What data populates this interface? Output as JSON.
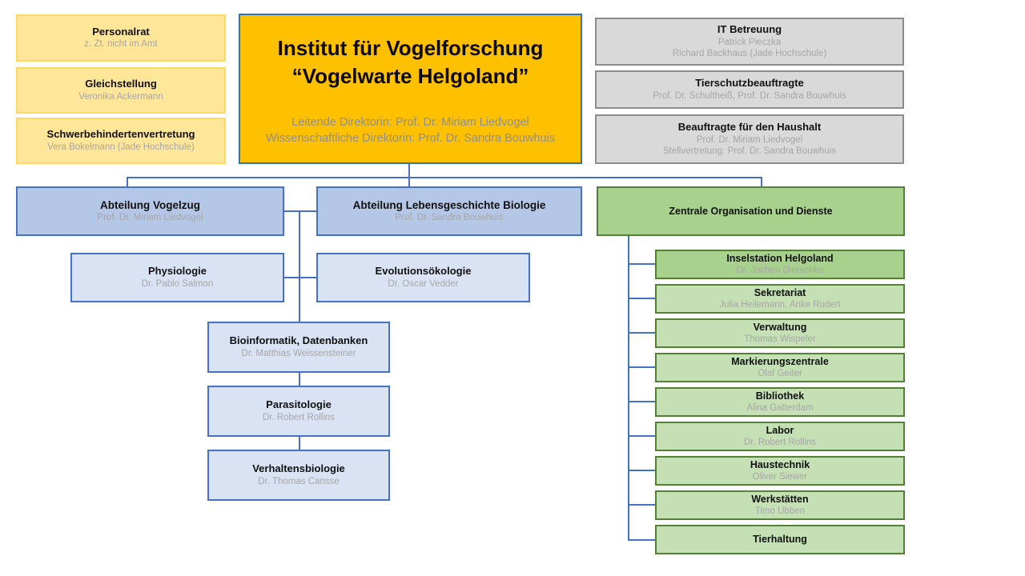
{
  "colors": {
    "accent_blue": "#4472c4",
    "fill_yellow": "#ffe699",
    "fill_orange": "#ffc000",
    "fill_gray": "#d9d9d9",
    "fill_blue_dark": "#b4c7e7",
    "fill_blue_light": "#dae3f3",
    "fill_green_dark": "#a9d18e",
    "fill_green_light": "#c5e0b4",
    "subtitle_gray": "#a6a6a6"
  },
  "institute": {
    "title_line1": "Institut für Vogelforschung",
    "title_line2": "“Vogelwarte Helgoland”",
    "director_line1": "Leitende Direktorin: Prof. Dr. Miriam Liedvogel",
    "director_line2": "Wissenschaftliche Direktorin: Prof. Dr. Sandra Bouwhuis"
  },
  "staff_boxes_left": [
    {
      "title": "Personalrat",
      "subtitle": "z. Zt. nicht im Amt"
    },
    {
      "title": "Gleichstellung",
      "subtitle": "Veronika Ackermann"
    },
    {
      "title": "Schwerbehindertenvertretung",
      "subtitle": "Vera Bokelmann (Jade Hochschule)"
    }
  ],
  "staff_boxes_right": [
    {
      "title": "IT Betreuung",
      "lines": [
        "Patrick Pieczka",
        "Richard Backhaus (Jade Hochschule)"
      ]
    },
    {
      "title": "Tierschutzbeauftragte",
      "lines": [
        "Prof. Dr. Schultheiß, Prof. Dr. Sandra Bouwhuis"
      ]
    },
    {
      "title": "Beauftragte für den Haushalt",
      "lines": [
        "Prof. Dr. Miriam Liedvogel",
        "Stellvertretung: Prof. Dr. Sandra Bouwhuis"
      ]
    }
  ],
  "departments": [
    {
      "title": "Abteilung Vogelzug",
      "subtitle": "Prof. Dr. Miriam Liedvogel"
    },
    {
      "title": "Abteilung Lebensgeschichte Biologie",
      "subtitle": "Prof. Dr. Sandra Bouwhuis"
    }
  ],
  "research_units": [
    {
      "title": "Physiologie",
      "subtitle": "Dr. Pablo Salmon"
    },
    {
      "title": "Evolutionsökologie",
      "subtitle": "Dr. Oscar Vedder"
    },
    {
      "title": "Bioinformatik, Datenbanken",
      "subtitle": "Dr. Matthias Weissensteiner"
    },
    {
      "title": "Parasitologie",
      "subtitle": "Dr. Robert Rollins"
    },
    {
      "title": "Verhaltensbiologie",
      "subtitle": "Dr. Thomas Cansse"
    }
  ],
  "central": {
    "title": "Zentrale Organisation und Dienste",
    "units": [
      {
        "title": "Inselstation Helgoland",
        "subtitle": "Dr. Jochen Dierschke"
      },
      {
        "title": "Sekretariat",
        "subtitle": "Julia Heilemann, Anke Rudert"
      },
      {
        "title": "Verwaltung",
        "subtitle": "Thomas Wispeler"
      },
      {
        "title": "Markierungszentrale",
        "subtitle": "Olaf Geiter"
      },
      {
        "title": "Bibliothek",
        "subtitle": "Alina Gatterdam"
      },
      {
        "title": "Labor",
        "subtitle": "Dr. Robert Rollins"
      },
      {
        "title": "Haustechnik",
        "subtitle": "Oliver Siewer"
      },
      {
        "title": "Werkstätten",
        "subtitle": "Timo Ubben"
      },
      {
        "title": "Tierhaltung",
        "subtitle": ""
      }
    ]
  }
}
